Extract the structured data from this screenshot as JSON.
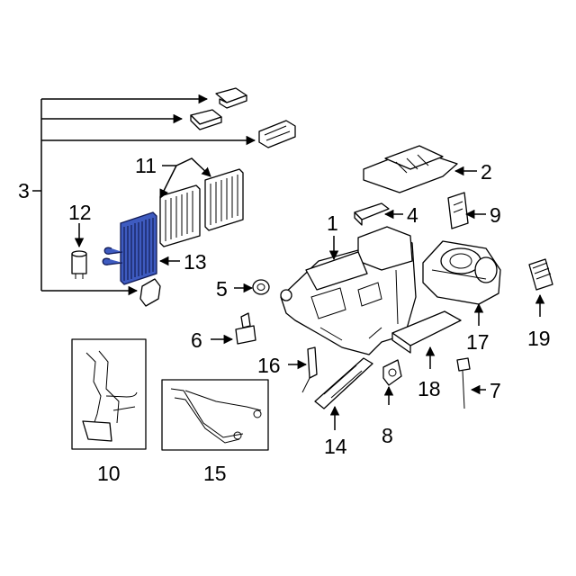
{
  "highlight_color": "#3e5bc0",
  "callouts": {
    "c1": "1",
    "c2": "2",
    "c3": "3",
    "c4": "4",
    "c5": "5",
    "c6": "6",
    "c7": "7",
    "c8": "8",
    "c9": "9",
    "c10": "10",
    "c11": "11",
    "c12": "12",
    "c13": "13",
    "c14": "14",
    "c15": "15",
    "c16": "16",
    "c17": "17",
    "c18": "18",
    "c19": "19"
  }
}
